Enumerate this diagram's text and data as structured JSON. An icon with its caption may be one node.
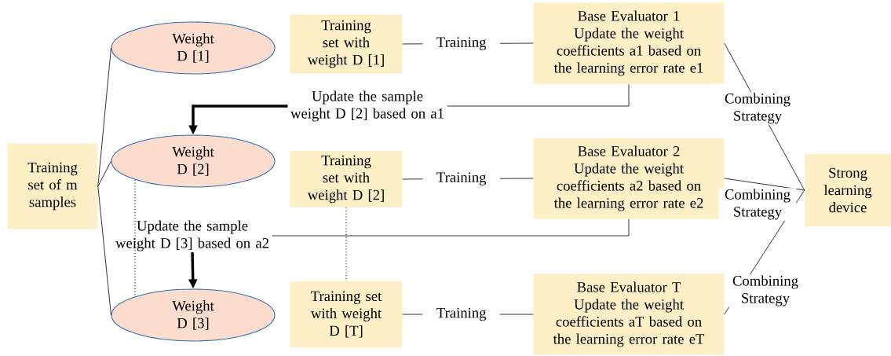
{
  "diagram": {
    "nodes": [
      {
        "text": [
          "Training set of m samples"
        ]
      },
      {
        "text": [
          "Weight D [1]"
        ]
      },
      {
        "text": [
          "Weight D [2]"
        ]
      },
      {
        "text": [
          "Weight D [3]"
        ]
      },
      {
        "text": [
          "Training set with weight D [1]"
        ]
      },
      {
        "text": [
          "Training set with weight D [2]"
        ]
      },
      {
        "text": [
          "Training set with weight D [T]"
        ]
      },
      {
        "text": [
          "Base Evaluator 1",
          "Update the weight coefficients a1 based on the learning error rate e1"
        ]
      },
      {
        "text": [
          "Base Evaluator 2",
          "Update the weight coefficients a2 based on the learning error rate e2"
        ]
      },
      {
        "text": [
          "Base Evaluator T",
          "Update the weight coefficients aT based on the learning error rate eT"
        ]
      },
      {
        "text": [
          "Strong learning device"
        ]
      },
      {
        "text": [
          "Update the sample weight D [2] based on a1"
        ]
      },
      {
        "text": [
          "Update the sample weight D [3] based on a2"
        ]
      }
    ],
    "edges": [
      {
        "from": 0,
        "to": 1,
        "arrow": "none"
      },
      {
        "from": 0,
        "to": 2,
        "arrow": "none"
      },
      {
        "from": 0,
        "to": 3,
        "arrow": "none"
      },
      {
        "from": 4,
        "to": 7,
        "arrow": "none",
        "label": "Training"
      },
      {
        "from": 5,
        "to": 8,
        "arrow": "none",
        "label": "Training"
      },
      {
        "from": 6,
        "to": 9,
        "arrow": "none",
        "label": "Training"
      },
      {
        "from": 7,
        "to": 10,
        "arrow": "none",
        "label": "Combining Strategy"
      },
      {
        "from": 8,
        "to": 10,
        "arrow": "none",
        "label": "Combining Strategy"
      },
      {
        "from": 9,
        "to": 10,
        "arrow": "none",
        "label": "Combining Strategy"
      },
      {
        "from": 7,
        "to": 11,
        "arrow": "none"
      },
      {
        "from": 11,
        "to": 2,
        "arrow": "to",
        "style": "thick"
      },
      {
        "from": 8,
        "to": 12,
        "arrow": "none"
      },
      {
        "from": 12,
        "to": 3,
        "arrow": "to",
        "style": "thick"
      },
      {
        "from": 2,
        "to": 3,
        "arrow": "none",
        "style": "dashed"
      },
      {
        "from": 5,
        "to": 6,
        "arrow": "none",
        "style": "dashed"
      }
    ]
  }
}
